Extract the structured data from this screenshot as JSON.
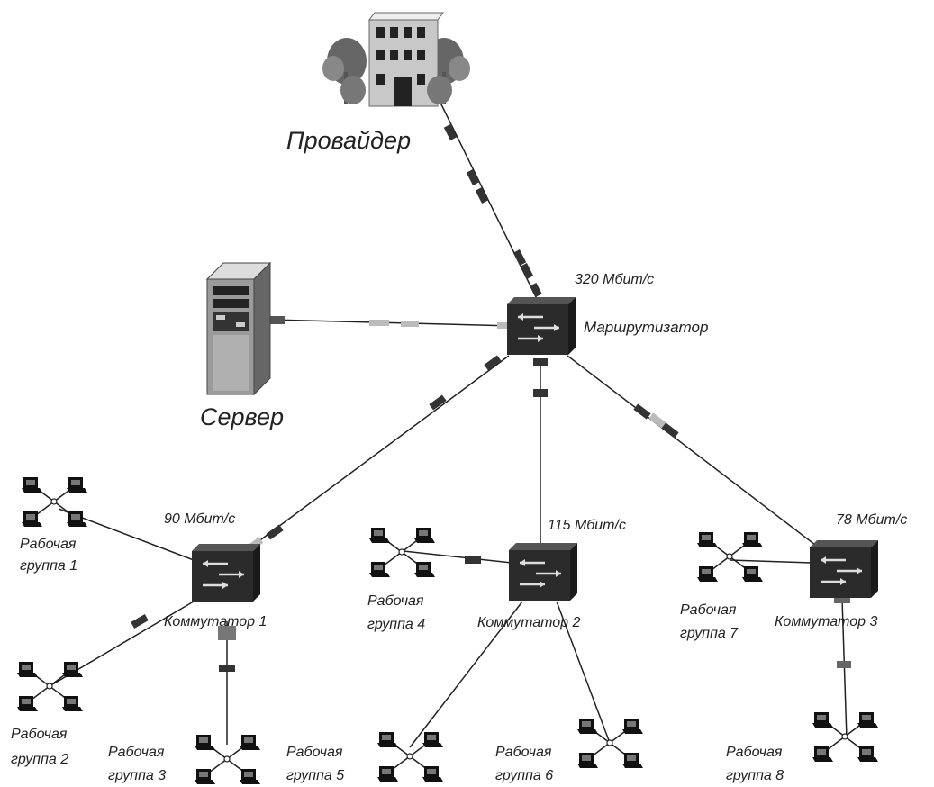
{
  "nodes": {
    "provider": {
      "label": "Провайдер",
      "icon": "building-icon"
    },
    "server": {
      "label": "Сервер",
      "icon": "server-tower-icon"
    },
    "router": {
      "label": "Маршрутизатор",
      "speed": "320 Мбит/с",
      "icon": "router-icon"
    },
    "switch1": {
      "label": "Коммутатор 1",
      "speed": "90 Мбит/с",
      "icon": "switch-icon"
    },
    "switch2": {
      "label": "Коммутатор 2",
      "speed": "115 Мбит/с",
      "icon": "switch-icon"
    },
    "switch3": {
      "label": "Коммутатор 3",
      "speed": "78 Мбит/с",
      "icon": "switch-icon"
    }
  },
  "workgroups": [
    {
      "line1": "Рабочая",
      "line2": "группа 1"
    },
    {
      "line1": "Рабочая",
      "line2": "группа 2"
    },
    {
      "line1": "Рабочая",
      "line2": "группа 3"
    },
    {
      "line1": "Рабочая",
      "line2": "группа 4"
    },
    {
      "line1": "Рабочая",
      "line2": "группа 5"
    },
    {
      "line1": "Рабочая",
      "line2": "группа 6"
    },
    {
      "line1": "Рабочая",
      "line2": "группа 7"
    },
    {
      "line1": "Рабочая",
      "line2": "группа 8"
    }
  ],
  "colors": {
    "line": "#222222",
    "device": "#2b2b2b",
    "connector_dark": "#333333",
    "connector_light": "#bbbbbb",
    "building": "#c8c8c8"
  }
}
